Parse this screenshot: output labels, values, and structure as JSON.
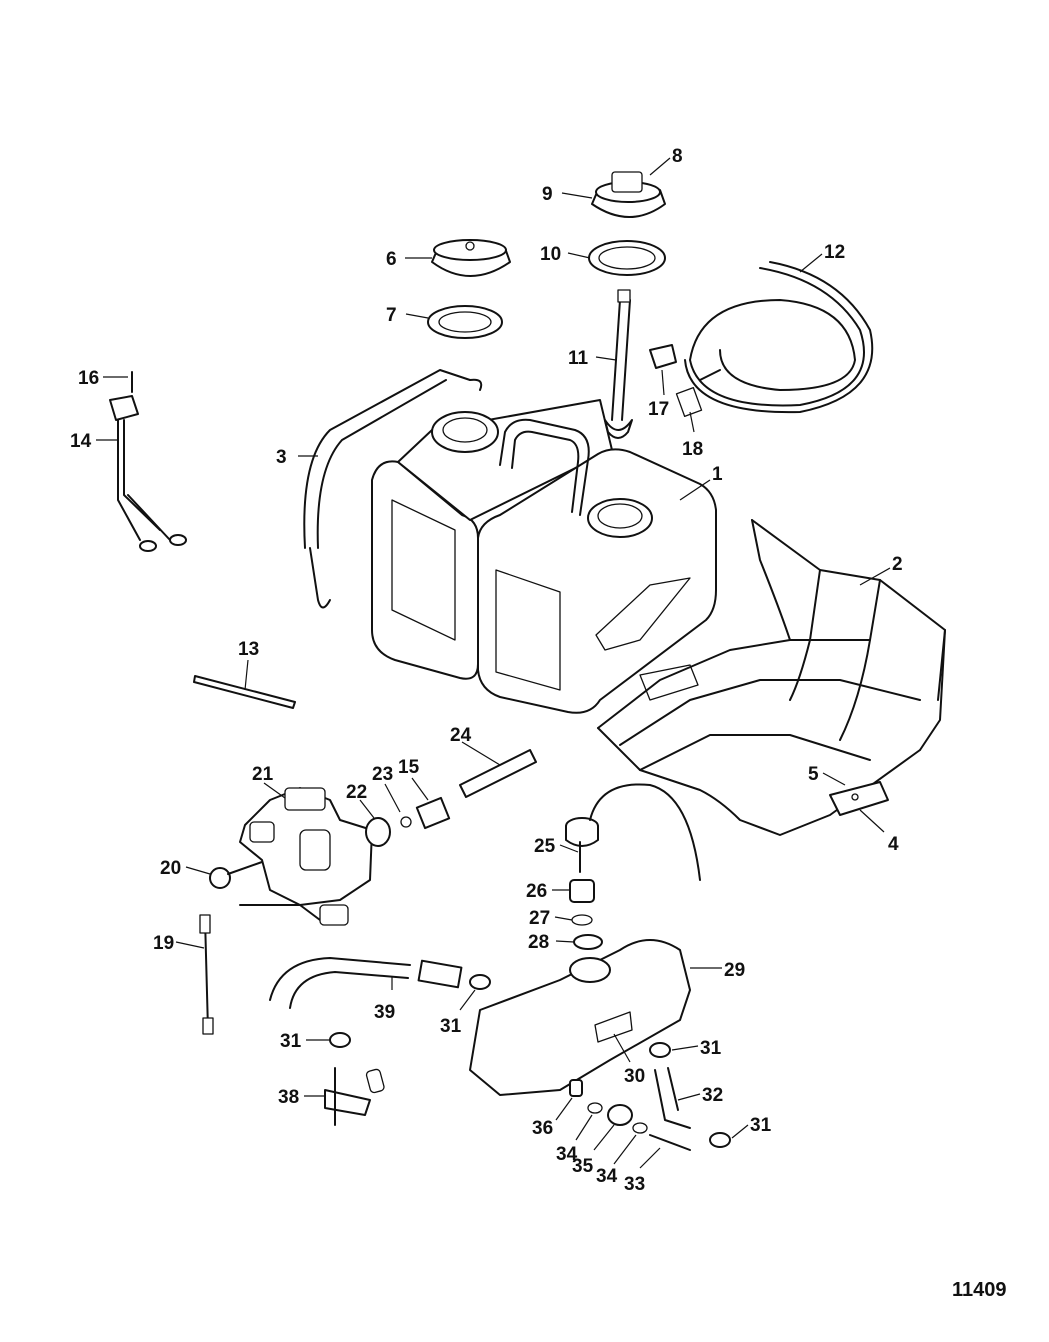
{
  "figure_number": "11409",
  "callouts": [
    {
      "id": "c1",
      "label": "1"
    },
    {
      "id": "c2",
      "label": "2"
    },
    {
      "id": "c3",
      "label": "3"
    },
    {
      "id": "c4",
      "label": "4"
    },
    {
      "id": "c5",
      "label": "5"
    },
    {
      "id": "c6",
      "label": "6"
    },
    {
      "id": "c7",
      "label": "7"
    },
    {
      "id": "c8",
      "label": "8"
    },
    {
      "id": "c9",
      "label": "9"
    },
    {
      "id": "c10",
      "label": "10"
    },
    {
      "id": "c11",
      "label": "11"
    },
    {
      "id": "c12",
      "label": "12"
    },
    {
      "id": "c13",
      "label": "13"
    },
    {
      "id": "c14",
      "label": "14"
    },
    {
      "id": "c15",
      "label": "15"
    },
    {
      "id": "c16",
      "label": "16"
    },
    {
      "id": "c17",
      "label": "17"
    },
    {
      "id": "c18",
      "label": "18"
    },
    {
      "id": "c19",
      "label": "19"
    },
    {
      "id": "c20",
      "label": "20"
    },
    {
      "id": "c21",
      "label": "21"
    },
    {
      "id": "c22",
      "label": "22"
    },
    {
      "id": "c23",
      "label": "23"
    },
    {
      "id": "c24",
      "label": "24"
    },
    {
      "id": "c25",
      "label": "25"
    },
    {
      "id": "c26",
      "label": "26"
    },
    {
      "id": "c27",
      "label": "27"
    },
    {
      "id": "c28",
      "label": "28"
    },
    {
      "id": "c29",
      "label": "29"
    },
    {
      "id": "c30",
      "label": "30"
    },
    {
      "id": "c31a",
      "label": "31"
    },
    {
      "id": "c31b",
      "label": "31"
    },
    {
      "id": "c31c",
      "label": "31"
    },
    {
      "id": "c31d",
      "label": "31"
    },
    {
      "id": "c32",
      "label": "32"
    },
    {
      "id": "c33",
      "label": "33"
    },
    {
      "id": "c34a",
      "label": "34"
    },
    {
      "id": "c34b",
      "label": "34"
    },
    {
      "id": "c35",
      "label": "35"
    },
    {
      "id": "c36",
      "label": "36"
    },
    {
      "id": "c38",
      "label": "38"
    },
    {
      "id": "c39",
      "label": "39"
    }
  ]
}
